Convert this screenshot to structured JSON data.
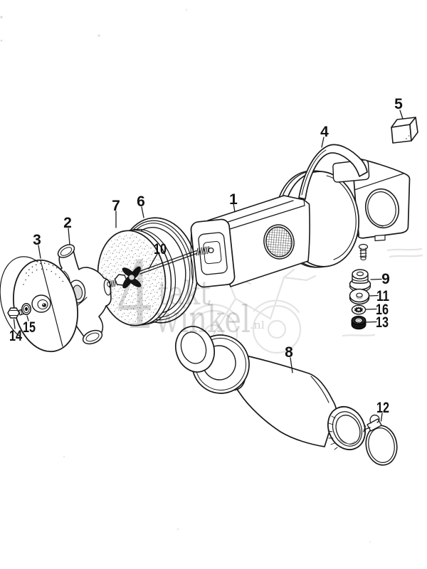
{
  "diagram": {
    "background": "#ffffff",
    "ink": "#1a1a1a",
    "watermark_color": "#d8d8d8"
  },
  "callouts": {
    "n1": "1",
    "n2": "2",
    "n3": "3",
    "n4": "4",
    "n5": "5",
    "n6": "6",
    "n7": "7",
    "n8": "8",
    "n9": "9",
    "n10": "10",
    "n11": "11",
    "n12": "12",
    "n13": "13",
    "n14": "14",
    "n15": "15",
    "n16": "16"
  },
  "watermark": {
    "big": "4",
    "takt": "takt",
    "winkel": "winkel",
    "tld": ".nl"
  }
}
